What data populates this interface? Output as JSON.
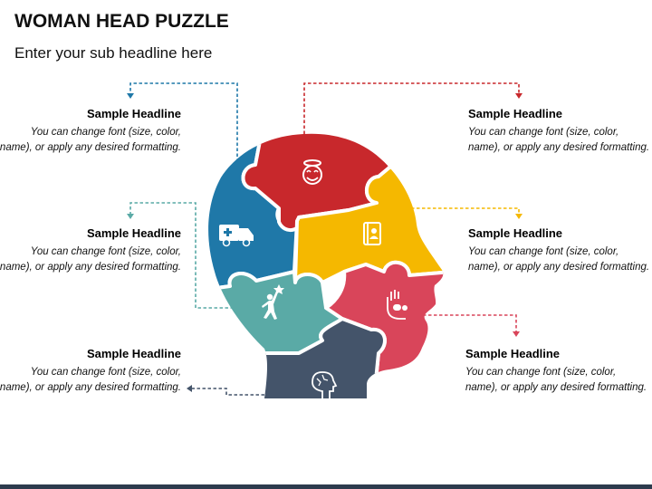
{
  "title": "WOMAN HEAD PUZZLE",
  "subtitle": "Enter your sub headline here",
  "colors": {
    "blue": "#1f78a8",
    "red": "#c8282c",
    "yellow": "#f5b800",
    "teal": "#5aaaa6",
    "pink": "#d9455a",
    "navy": "#44546a",
    "bottom_bar": "#2d3b4d"
  },
  "items": [
    {
      "headline": "Sample Headline",
      "body": "You can change font (size, color, name), or apply any desired formatting.",
      "side": "left",
      "color": "#1f78a8",
      "icon": "ambulance-icon"
    },
    {
      "headline": "Sample Headline",
      "body": "You can change font (size, color, name), or apply any desired formatting.",
      "side": "left",
      "color": "#5aaaa6",
      "icon": "person-reaching-star-icon"
    },
    {
      "headline": "Sample Headline",
      "body": "You can change font (size, color, name), or apply any desired formatting.",
      "side": "left",
      "color": "#44546a",
      "icon": "brain-head-icon"
    },
    {
      "headline": "Sample Headline",
      "body": "You can change font (size, color, name), or apply any desired formatting.",
      "side": "right",
      "color": "#c8282c",
      "icon": "angel-smiley-icon"
    },
    {
      "headline": "Sample Headline",
      "body": "You can change font (size, color, name), or apply any desired formatting.",
      "side": "right",
      "color": "#f5b800",
      "icon": "contact-book-icon"
    },
    {
      "headline": "Sample Headline",
      "body": "You can change font (size, color, name), or apply any desired formatting.",
      "side": "right",
      "color": "#d9455a",
      "icon": "hand-pills-icon"
    }
  ]
}
